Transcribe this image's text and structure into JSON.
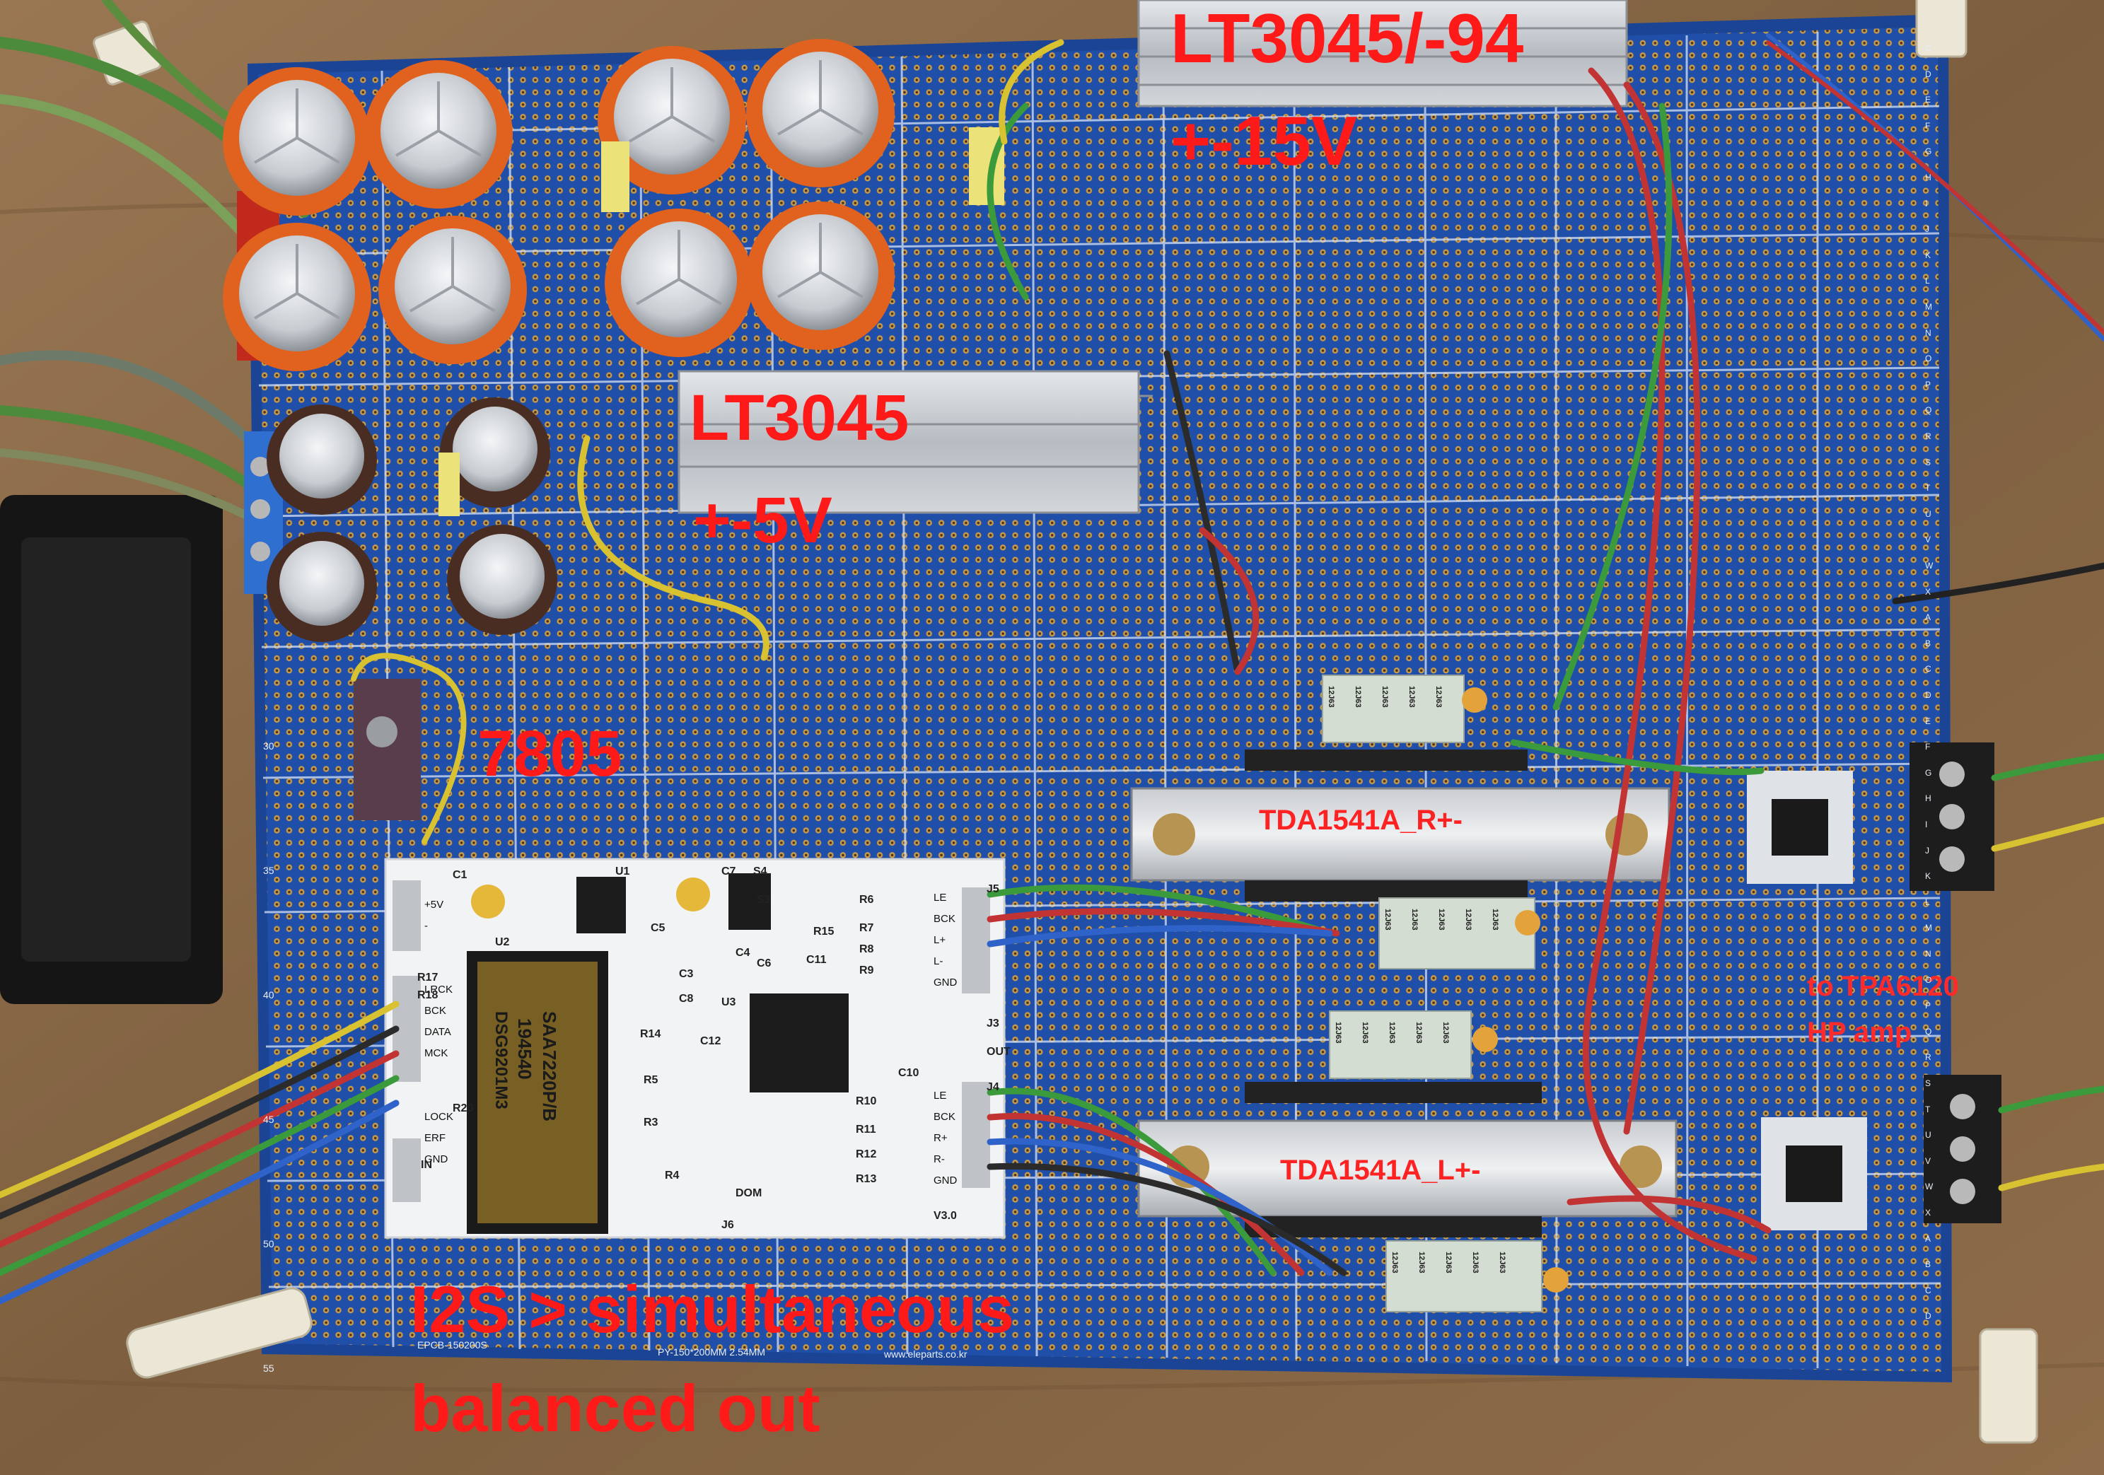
{
  "labels": {
    "reg_top": "LT3045/-94",
    "reg_top_v": "+-15V",
    "reg_mid": "LT3045",
    "reg_mid_v": "+-5V",
    "reg_7805": "7805",
    "tda_r": "TDA1541A_R+-",
    "tda_l": "TDA1541A_L+-",
    "tpa_line1": "to TPA6120",
    "tpa_line2": "HP amp",
    "caption_line1": "I2S > simultaneous",
    "caption_line2": "balanced out"
  },
  "board": {
    "chip_main": "SAA7220P/B",
    "chip_code": "194540",
    "chip_code2": "DSG9201M3",
    "version": "V3.0",
    "pcb_model": "EPCB-150200S",
    "pcb_size": "PY-150*200MM 2.54MM",
    "pcb_site": "www.eleparts.co.kr",
    "pin_labels_left": [
      "+5V",
      "-",
      "LRCK",
      "BCK",
      "DATA",
      "MCK",
      "LOCK",
      "ERF",
      "GND"
    ],
    "pin_labels_right_top": [
      "LE",
      "BCK",
      "L+",
      "L-",
      "GND"
    ],
    "pin_labels_right_bottom": [
      "LE",
      "BCK",
      "R+",
      "R-",
      "GND"
    ],
    "refs": [
      "C1",
      "U1",
      "C7",
      "S4",
      "U2",
      "C5",
      "R15",
      "C4",
      "C6",
      "C11",
      "C3",
      "C8",
      "U3",
      "R14",
      "C12",
      "R5",
      "C10",
      "R10",
      "R11",
      "R12",
      "R13",
      "R3",
      "R4",
      "R17",
      "R18",
      "R20",
      "J3",
      "J4",
      "J5",
      "J6",
      "R6",
      "R7",
      "R8",
      "R9",
      "S3",
      "OUT",
      "IN",
      "DOM"
    ],
    "row_numbers": [
      "30",
      "35",
      "40",
      "45",
      "50",
      "55"
    ],
    "col_letters_right": [
      "C",
      "D",
      "E",
      "F",
      "G",
      "H",
      "I",
      "J",
      "K",
      "L",
      "M",
      "N",
      "O",
      "P",
      "Q",
      "R",
      "S",
      "T",
      "U",
      "V",
      "W",
      "X",
      "A",
      "B",
      "C",
      "D",
      "E",
      "F",
      "G",
      "H",
      "I",
      "J",
      "K",
      "L",
      "M",
      "N",
      "O",
      "P",
      "Q",
      "R",
      "S",
      "T",
      "U",
      "V",
      "W",
      "X",
      "A",
      "B",
      "C",
      "D"
    ],
    "resistor_mark": "12J63"
  },
  "colors": {
    "wood": "#8a6a47",
    "board_blue": "#1f4fa8",
    "label_red": "#ff1a1a",
    "cap_orange": "#e0621e",
    "cap_brown": "#4a2d22",
    "heatsink": "#c9cdd2"
  }
}
